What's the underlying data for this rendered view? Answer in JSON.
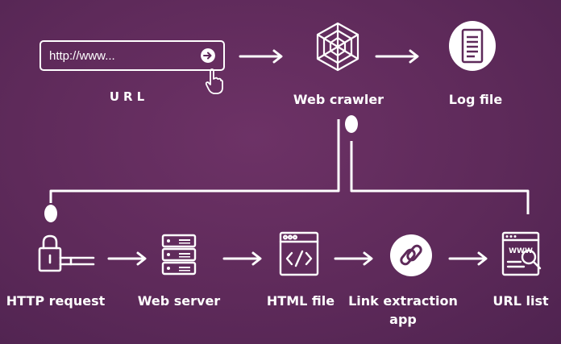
{
  "url_bar": {
    "value": "http://www..."
  },
  "labels": {
    "url": "URL",
    "web_crawler": "Web crawler",
    "log_file": "Log file",
    "http_request": "HTTP request",
    "web_server": "Web server",
    "html_file": "HTML file",
    "link_extraction_line1": "Link extraction",
    "link_extraction_line2": "app",
    "url_list": "URL list"
  },
  "icons": {
    "url_bar_go": "arrow-right-circle-icon",
    "cursor": "hand-pointer-icon",
    "web_crawler": "spider-web-icon",
    "log_file": "document-icon",
    "http_request": "lock-key-icon",
    "web_server": "server-rack-icon",
    "html_file": "code-window-icon",
    "link_extraction": "chain-link-icon",
    "url_list": "www-search-window-icon"
  },
  "colors": {
    "background": "#5e2a5a",
    "foreground": "#ffffff"
  }
}
